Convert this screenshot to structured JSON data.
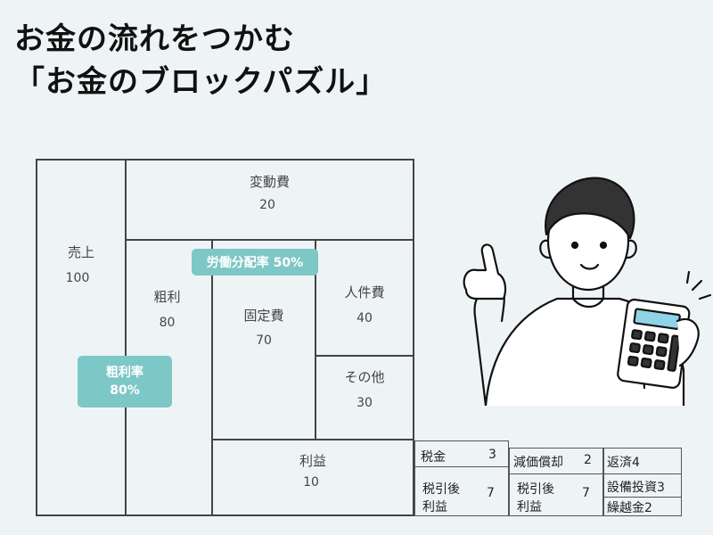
{
  "title": {
    "line1": "お金の流れをつかむ",
    "line2": "「お金のブロックパズル」"
  },
  "blocks": {
    "sales": {
      "label": "売上",
      "value": "100"
    },
    "variable_cost": {
      "label": "変動費",
      "value": "20"
    },
    "gross_profit": {
      "label": "粗利",
      "value": "80"
    },
    "fixed_cost": {
      "label": "固定費",
      "value": "70"
    },
    "personnel_cost": {
      "label": "人件費",
      "value": "40"
    },
    "other": {
      "label": "その他",
      "value": "30"
    },
    "profit": {
      "label": "利益",
      "value": "10"
    }
  },
  "badges": {
    "labor_share": "労働分配率 50%",
    "gross_margin_label": "粗利率",
    "gross_margin_value": "80%"
  },
  "small_blocks": {
    "tax_label": "税金",
    "tax_value": "3",
    "after_tax_label_line1": "税引後",
    "after_tax_label_line2": "利益",
    "after_tax_value": "7",
    "depreciation_label": "減価償却",
    "depreciation_value": "2",
    "after_tax2_label_line1": "税引後",
    "after_tax2_label_line2": "利益",
    "after_tax2_value": "7",
    "repayment": "返済4",
    "capex": "設備投資3",
    "carryover": "繰越金2"
  },
  "colors": {
    "badge": "#7ec7c7",
    "background": "#eef4f5"
  }
}
